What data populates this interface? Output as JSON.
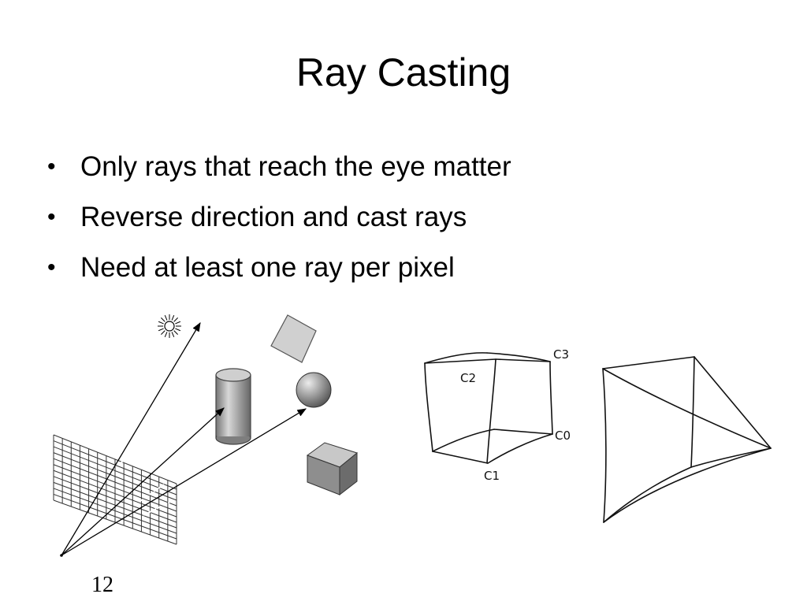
{
  "slide": {
    "title": "Ray Casting",
    "bullets": [
      "Only rays that reach the eye matter",
      "Reverse direction and cast rays",
      "Need at least one ray per pixel"
    ],
    "bullet_glyph": "•",
    "page_number": "12"
  },
  "right_figure": {
    "labels": [
      "C3",
      "C2",
      "C0",
      "C1"
    ]
  },
  "colors": {
    "text": "#000000",
    "background": "#ffffff",
    "object_gray": "#9a9a9a",
    "light_gray": "#d0d0d0"
  }
}
